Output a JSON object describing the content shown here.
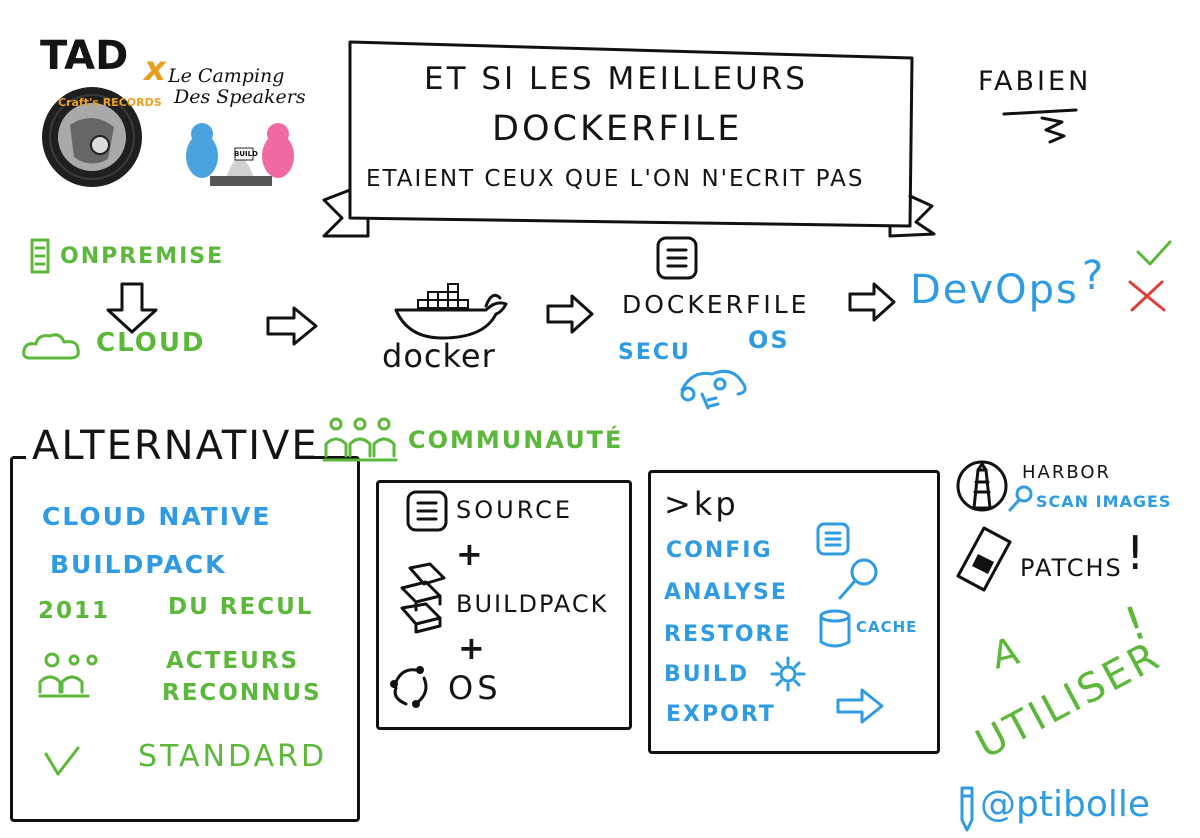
{
  "header": {
    "tad_logo": "TAD",
    "tad_logo_x": "x",
    "records_badge": "Craft's RECORDS",
    "camping_line1": "Le Camping",
    "camping_line2": "Des Speakers",
    "build_sign": "BUILD",
    "banner_line1": "ET SI LES MEILLEURS",
    "banner_line2": "DOCKERFILE",
    "banner_line3": "ETAIENT CEUX QUE L'ON N'ECRIT PAS",
    "speaker": "FABIEN"
  },
  "flow": {
    "onpremise": "ONPREMISE",
    "cloud": "CLOUD",
    "docker": "docker",
    "dockerfile": "DOCKERFILE",
    "secu": "SECU",
    "os": "OS",
    "devops": "DevOps",
    "question": "?"
  },
  "alternative": {
    "title": "ALTERNATIVE",
    "communaute": "COMMUNAUTÉ",
    "cnb_line1": "CLOUD NATIVE",
    "cnb_line2": "BUILDPACK",
    "year": "2011",
    "recul": "DU RECUL",
    "acteurs1": "ACTEURS",
    "acteurs2": "RECONNUS",
    "standard": "STANDARD"
  },
  "composition": {
    "source": "SOURCE",
    "plus1": "+",
    "buildpack": "BUILDPACK",
    "plus2": "+",
    "os": "OS"
  },
  "kp": {
    "prompt": ">kp",
    "config": "CONFIG",
    "analyse": "ANALYSE",
    "restore": "RESTORE",
    "cache": "CACHE",
    "build": "BUILD",
    "export": "EXPORT"
  },
  "right": {
    "harbor": "HARBOR",
    "scan": "SCAN IMAGES",
    "patchs": "PATCHS",
    "exclaim": "!",
    "a": "A",
    "utiliser": "UTILISER",
    "exclaim2": "!",
    "handle": "@ptibolle"
  },
  "colors": {
    "green": "#5cb83a",
    "blue": "#2f9be3",
    "ink": "#141414",
    "red": "#e0403a"
  }
}
